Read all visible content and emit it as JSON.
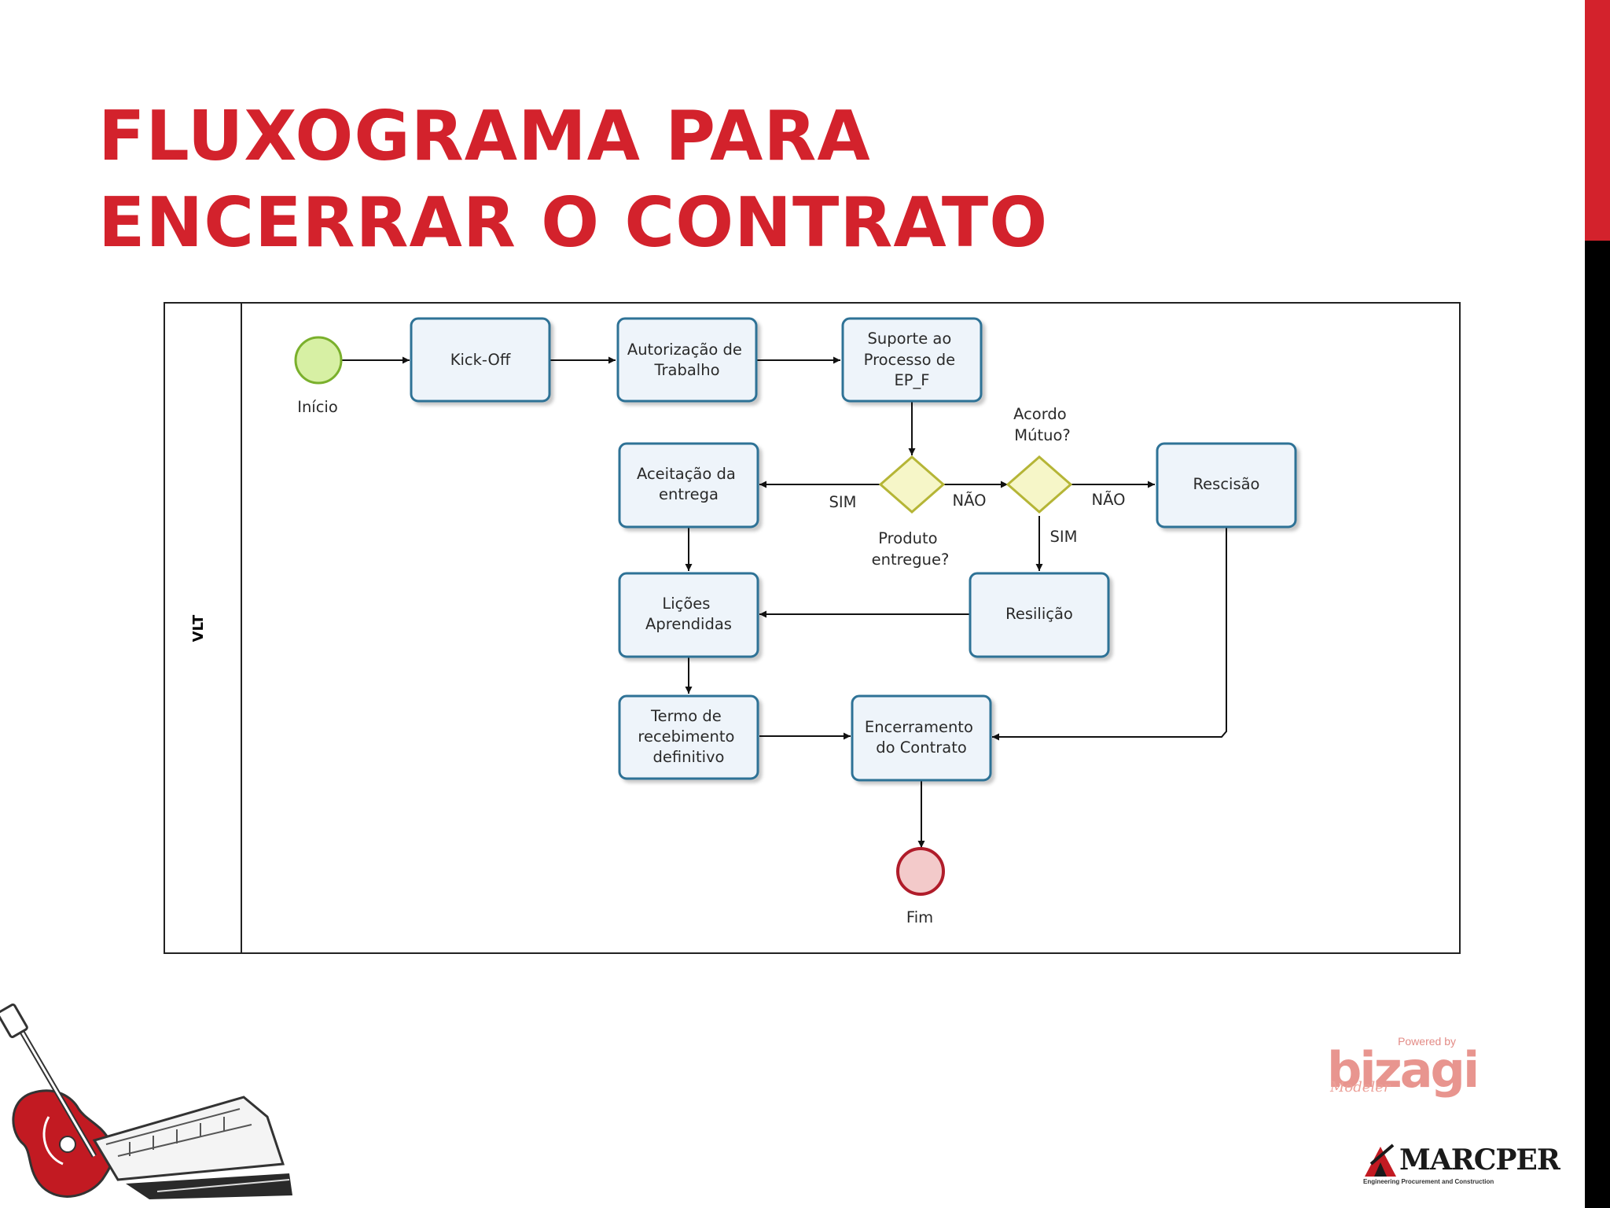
{
  "slide": {
    "title_line1": "FLUXOGRAMA PARA",
    "title_line2": "ENCERRAR O CONTRATO"
  },
  "colors": {
    "accent_red": "#d3222c",
    "accent_black": "#000000",
    "task_border": "#2f7296",
    "task_fill": "#eef4fa",
    "start_fill": "#d7f0a4",
    "start_border": "#7ab02c",
    "end_fill": "#f3caca",
    "end_border": "#b01c2a",
    "gateway_fill": "#f6f6c8",
    "gateway_border": "#b5b536"
  },
  "diagram": {
    "lane": "VLT",
    "start_label": "Início",
    "end_label": "Fim",
    "tasks": {
      "kickoff": [
        "Kick-Off"
      ],
      "autorizacao": [
        "Autorização de",
        "Trabalho"
      ],
      "suporte": [
        "Suporte ao",
        "Processo de",
        "EP_F"
      ],
      "aceitacao": [
        "Aceitação da",
        "entrega"
      ],
      "rescisao": [
        "Rescisão"
      ],
      "licoes": [
        "Lições",
        "Aprendidas"
      ],
      "resilicao": [
        "Resilição"
      ],
      "termo": [
        "Termo de",
        "recebimento",
        "definitivo"
      ],
      "encerramento": [
        "Encerramento",
        "do Contrato"
      ]
    },
    "gateway_produto": [
      "Produto",
      "entregue?"
    ],
    "gateway_acordo": [
      "Acordo",
      "Mútuo?"
    ],
    "flow_labels": {
      "sim_left": "SIM",
      "nao_1": "NÃO",
      "nao_2": "NÃO",
      "sim_down": "SIM"
    }
  },
  "logos": {
    "bizagi_powered": "Powered by",
    "bizagi_name": "bizagi",
    "bizagi_modeler": "Modeler",
    "marcper_name": "MARCPER",
    "marcper_tagline": "Engineering Procurement and Construction"
  }
}
